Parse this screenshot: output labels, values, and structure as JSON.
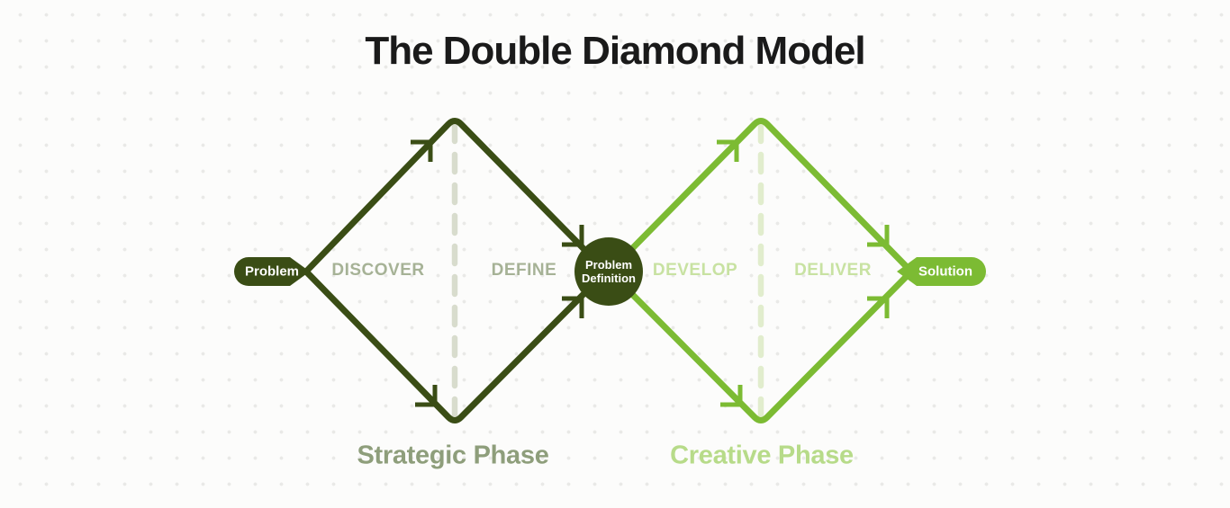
{
  "title": "The Double Diamond Model",
  "diagram": {
    "start_label": "Problem",
    "end_label": "Solution",
    "center_node": {
      "line1": "Problem",
      "line2": "Definition"
    },
    "stages": [
      {
        "label": "DISCOVER"
      },
      {
        "label": "DEFINE"
      },
      {
        "label": "DEVELOP"
      },
      {
        "label": "DELIVER"
      }
    ],
    "phases": [
      {
        "label": "Strategic Phase"
      },
      {
        "label": "Creative Phase"
      }
    ]
  },
  "colors": {
    "dark_green": "#3A4D15",
    "light_green": "#7CBB33",
    "stage_text_strategic": "#A6B296",
    "stage_text_creative": "#C8E2A2",
    "phase_text_strategic": "#8E9E7B",
    "phase_text_creative": "#B7DB89",
    "dash_strategic": "#D8DCCD",
    "dash_creative": "#E1EDCD",
    "title_text": "#1A1A1A",
    "background": "#FCFCFB",
    "dot_grid": "#E9E9E7",
    "pill_text": "#FFFFFF"
  }
}
